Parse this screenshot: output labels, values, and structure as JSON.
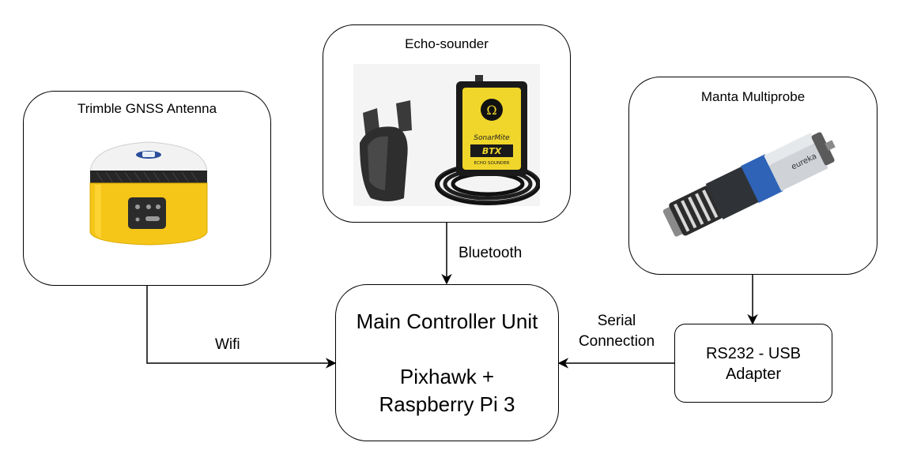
{
  "nodes": {
    "gnss": {
      "title": "Trimble GNSS Antenna"
    },
    "echo": {
      "title": "Echo-sounder",
      "device_brand": "SonarMite",
      "device_model": "BTX",
      "device_subtitle": "ECHO SOUNDER"
    },
    "manta": {
      "title": "Manta Multiprobe",
      "device_brand": "eureka"
    },
    "adapter": {
      "line1": "RS232 - USB",
      "line2": "Adapter"
    },
    "controller": {
      "line1": "Main Controller Unit",
      "line2": "Pixhawk +",
      "line3": "Raspberry Pi 3"
    }
  },
  "edges": {
    "bluetooth": "Bluetooth",
    "wifi": "Wifi",
    "serial_line1": "Serial",
    "serial_line2": "Connection"
  }
}
